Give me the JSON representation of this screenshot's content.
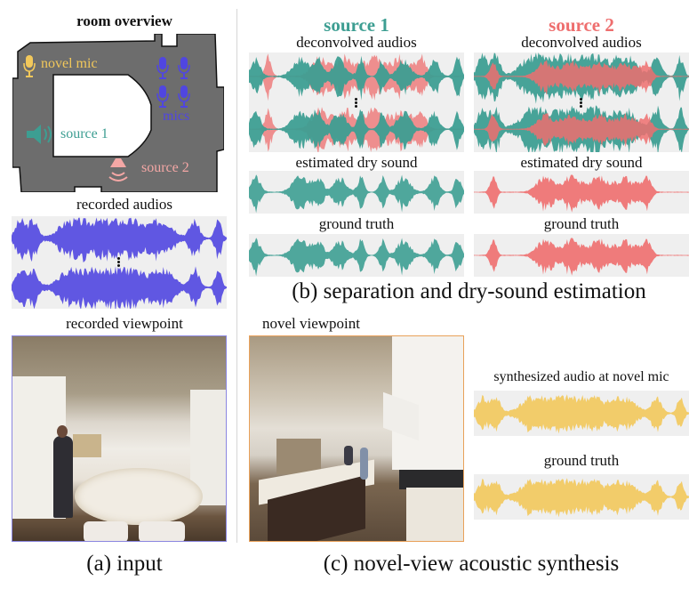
{
  "colors": {
    "source1": "#3d9e92",
    "source2": "#ee6e6e",
    "source2_light": "#f4a7a5",
    "mics": "#5046e0",
    "novel_mic": "#f2c85b",
    "room_floor": "#6d6d6d",
    "panel_bg": "#efefef",
    "recorded_frame": "#8b86e0",
    "novel_frame": "#e9a15a"
  },
  "panel_a": {
    "room_title": "room overview",
    "room_labels": {
      "novel_mic": "novel mic",
      "mics": "mics",
      "source1": "source 1",
      "source2": "source 2"
    },
    "recorded_audios_label": "recorded audios",
    "recorded_viewpoint_label": "recorded viewpoint",
    "caption": "(a) input"
  },
  "panel_b": {
    "source1_title": "source 1",
    "source2_title": "source 2",
    "deconvolved_label": "deconvolved audios",
    "estimated_label": "estimated dry sound",
    "ground_truth_label": "ground truth",
    "caption": "(b) separation and dry-sound estimation"
  },
  "panel_c": {
    "novel_viewpoint_label": "novel viewpoint",
    "synth_label": "synthesized audio at novel mic",
    "ground_truth_label": "ground truth",
    "caption": "(c) novel-view acoustic synthesis"
  },
  "icons": [
    "microphone-icon",
    "speaker-icon"
  ]
}
